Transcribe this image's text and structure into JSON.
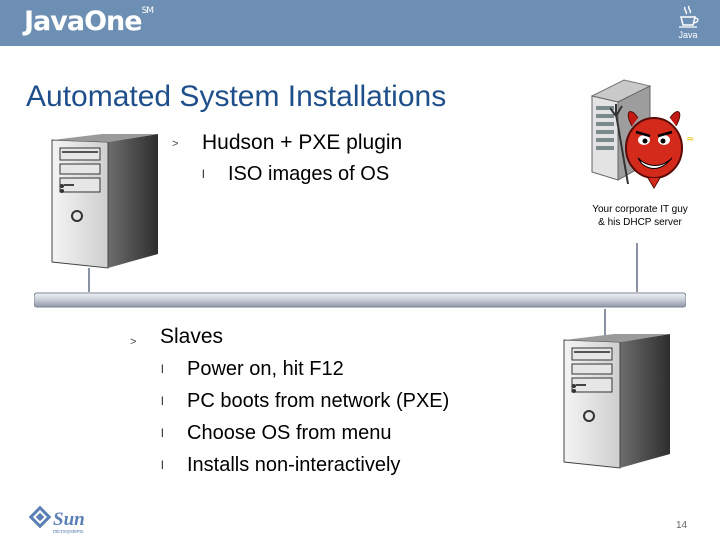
{
  "header": {
    "brand": "JavaOne",
    "brand_tm": "SM",
    "java_word": "Java",
    "color": "#6e8fb4"
  },
  "slide": {
    "title": "Automated System Installations",
    "title_color": "#1f4f8a",
    "top_bullet": {
      "marker": ">",
      "text": "Hudson + PXE plugin",
      "sub": [
        "ISO images of OS"
      ]
    },
    "caption": [
      "Your corporate IT guy",
      "& his DHCP server"
    ],
    "bottom_bullet": {
      "marker": ">",
      "text": "Slaves",
      "sub": [
        "Power on, hit F12",
        "PC boots from network (PXE)",
        "Choose OS from menu",
        "Installs non-interactively"
      ]
    },
    "sub_marker": "l",
    "page_number": "14"
  },
  "footer": {
    "sun_word": "Sun",
    "sun_tagline": "microsystems"
  },
  "icons": [
    "pc-tower-icon",
    "server-tower-icon",
    "devil-icon",
    "network-bus-icon",
    "sun-logo-icon",
    "java-cup-icon"
  ]
}
